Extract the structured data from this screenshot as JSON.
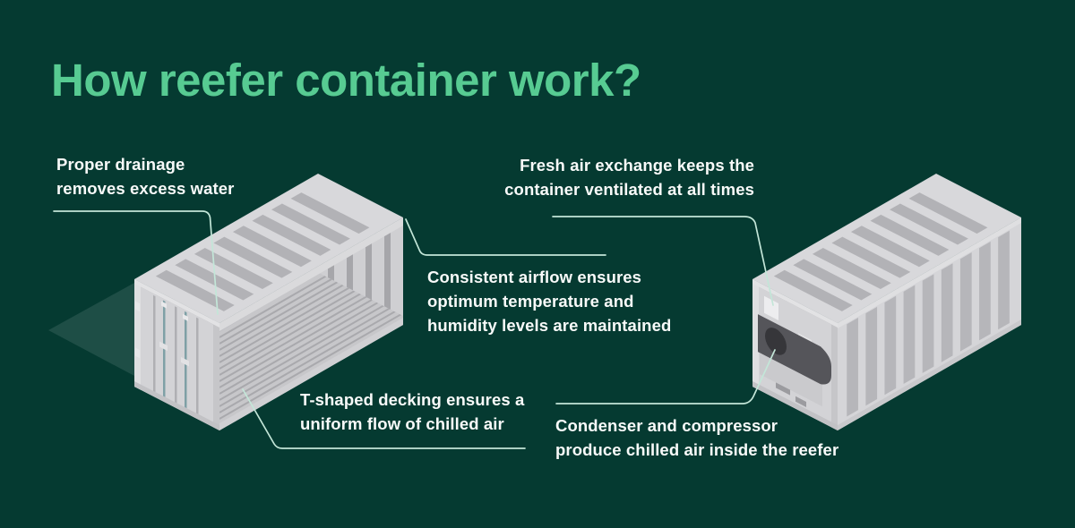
{
  "title": "How reefer container work?",
  "annotations": {
    "drainage": {
      "text": "Proper drainage\nremoves excess water"
    },
    "fresh_air": {
      "text": "Fresh air exchange keeps the\ncontainer ventilated at all times"
    },
    "airflow": {
      "text": "Consistent airflow ensures\noptimum temperature and\nhumidity levels are maintained"
    },
    "decking": {
      "text": "T-shaped decking ensures a\nuniform flow of chilled air"
    },
    "condenser": {
      "text": "Condenser and compressor\nproduce chilled air inside the reefer"
    }
  },
  "colors": {
    "background": "#053A31",
    "title": "#57CB92",
    "annotation_text": "#F8FAF9",
    "leader_line": "#C3E6D8",
    "container_light": "#D8D8DB",
    "container_shade": "#B6B6BA",
    "container_interior": "#C7C7CA",
    "condenser_unit": "#55555A",
    "condenser_fan": "#36363A",
    "lock_rod_teal": "#7FA0A6",
    "light_beam": "rgba(255,255,255,0.10)"
  }
}
